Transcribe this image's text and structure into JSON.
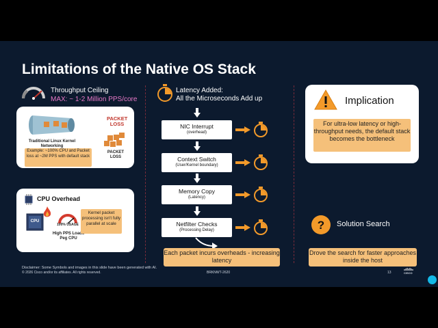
{
  "slide": {
    "title": "Limitations of the Native OS Stack",
    "left": {
      "heading": "Throughput Ceiling",
      "subheading": "MAX: ~ 1-2 Million PPS/core",
      "kernel_label": "Traditional Linux Kernel Networking",
      "packet_loss_top": "PACKET LOSS",
      "packet_loss_bottom": "PACKET LOSS",
      "example_note": "Example: ~100% CPU and Packet loss at ~2M PPS with default stack",
      "cpu_heading": "CPU Overhead",
      "cpu_chip_label": "CPU",
      "usage_label": "100% USAGE",
      "cpu_caption": "High PPS Loads Peg CPU",
      "cpu_note": "Kernel packet processing isn't fully parallel at scale"
    },
    "middle": {
      "heading_line1": "Latency Added:",
      "heading_line2": "All the Microseconds Add up",
      "steps": [
        {
          "name": "NIC Interrupt",
          "sub": "(overhead)"
        },
        {
          "name": "Context Switch",
          "sub": "(User/Kernel boundary)"
        },
        {
          "name": "Memory Copy",
          "sub": "(Latency)"
        },
        {
          "name": "Netfilter Checks",
          "sub": "(Processing Delay)"
        }
      ],
      "summary": "Each packet incurs overheads - increasing latency"
    },
    "right": {
      "implication_title": "Implication",
      "implication_body": "For ultra-low latency or high-throughput  needs, the default stack becomes the bottleneck",
      "solution_title": "Solution Search",
      "solution_body": "Drove the search for faster approaches inside the host"
    },
    "footer": {
      "disclaimer": "Disclaimer: Some Symbols and images in this slide have been generated with AI.",
      "copyright": "© 2026 Cisco and/or its affiliates. All rights reserved.",
      "session_id": "BRKNWT-2620",
      "page_number": "13",
      "logo_text": "CISCO"
    }
  },
  "colors": {
    "background": "#0c1a2e",
    "accent_orange": "#f39a2a",
    "accent_pink": "#e879c8",
    "beige_box": "#f5c07a",
    "separator": "#7a2b3a",
    "cyan_dot": "#14b8e6"
  },
  "icons": [
    "speedometer-icon",
    "stopwatch-icon",
    "warning-icon",
    "question-icon",
    "cpu-chip-icon",
    "fire-icon",
    "gauge-icon",
    "cisco-logo-icon"
  ]
}
